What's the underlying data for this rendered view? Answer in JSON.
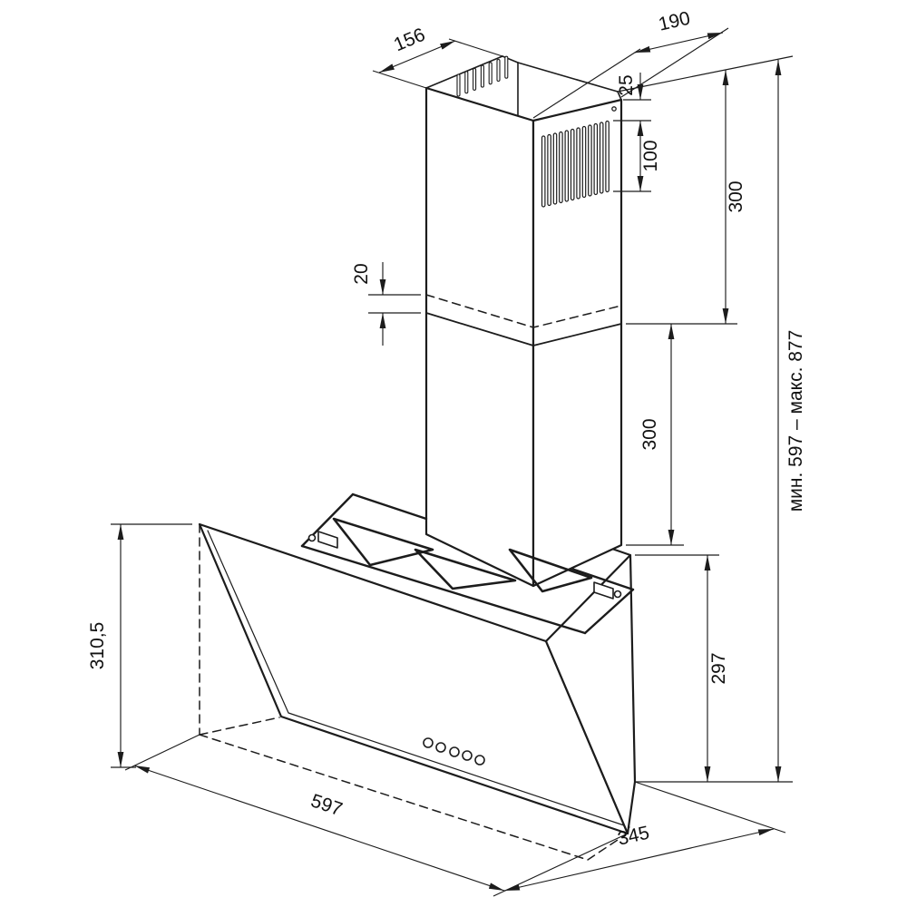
{
  "drawing": {
    "labels": {
      "chimney_top_depth": "156",
      "chimney_top_width": "190",
      "vent_top_offset": "25",
      "vent_height": "100",
      "upper_duct_height": "300",
      "duct_overlap": "20",
      "lower_duct_height": "300",
      "body_height": "297",
      "front_panel_height": "310,5",
      "body_width": "597",
      "body_depth": "345",
      "height_range": "мин. 597 – макс. 877"
    },
    "colors": {
      "line": "#1c1c1c",
      "text": "#111111",
      "background": "#ffffff"
    }
  }
}
